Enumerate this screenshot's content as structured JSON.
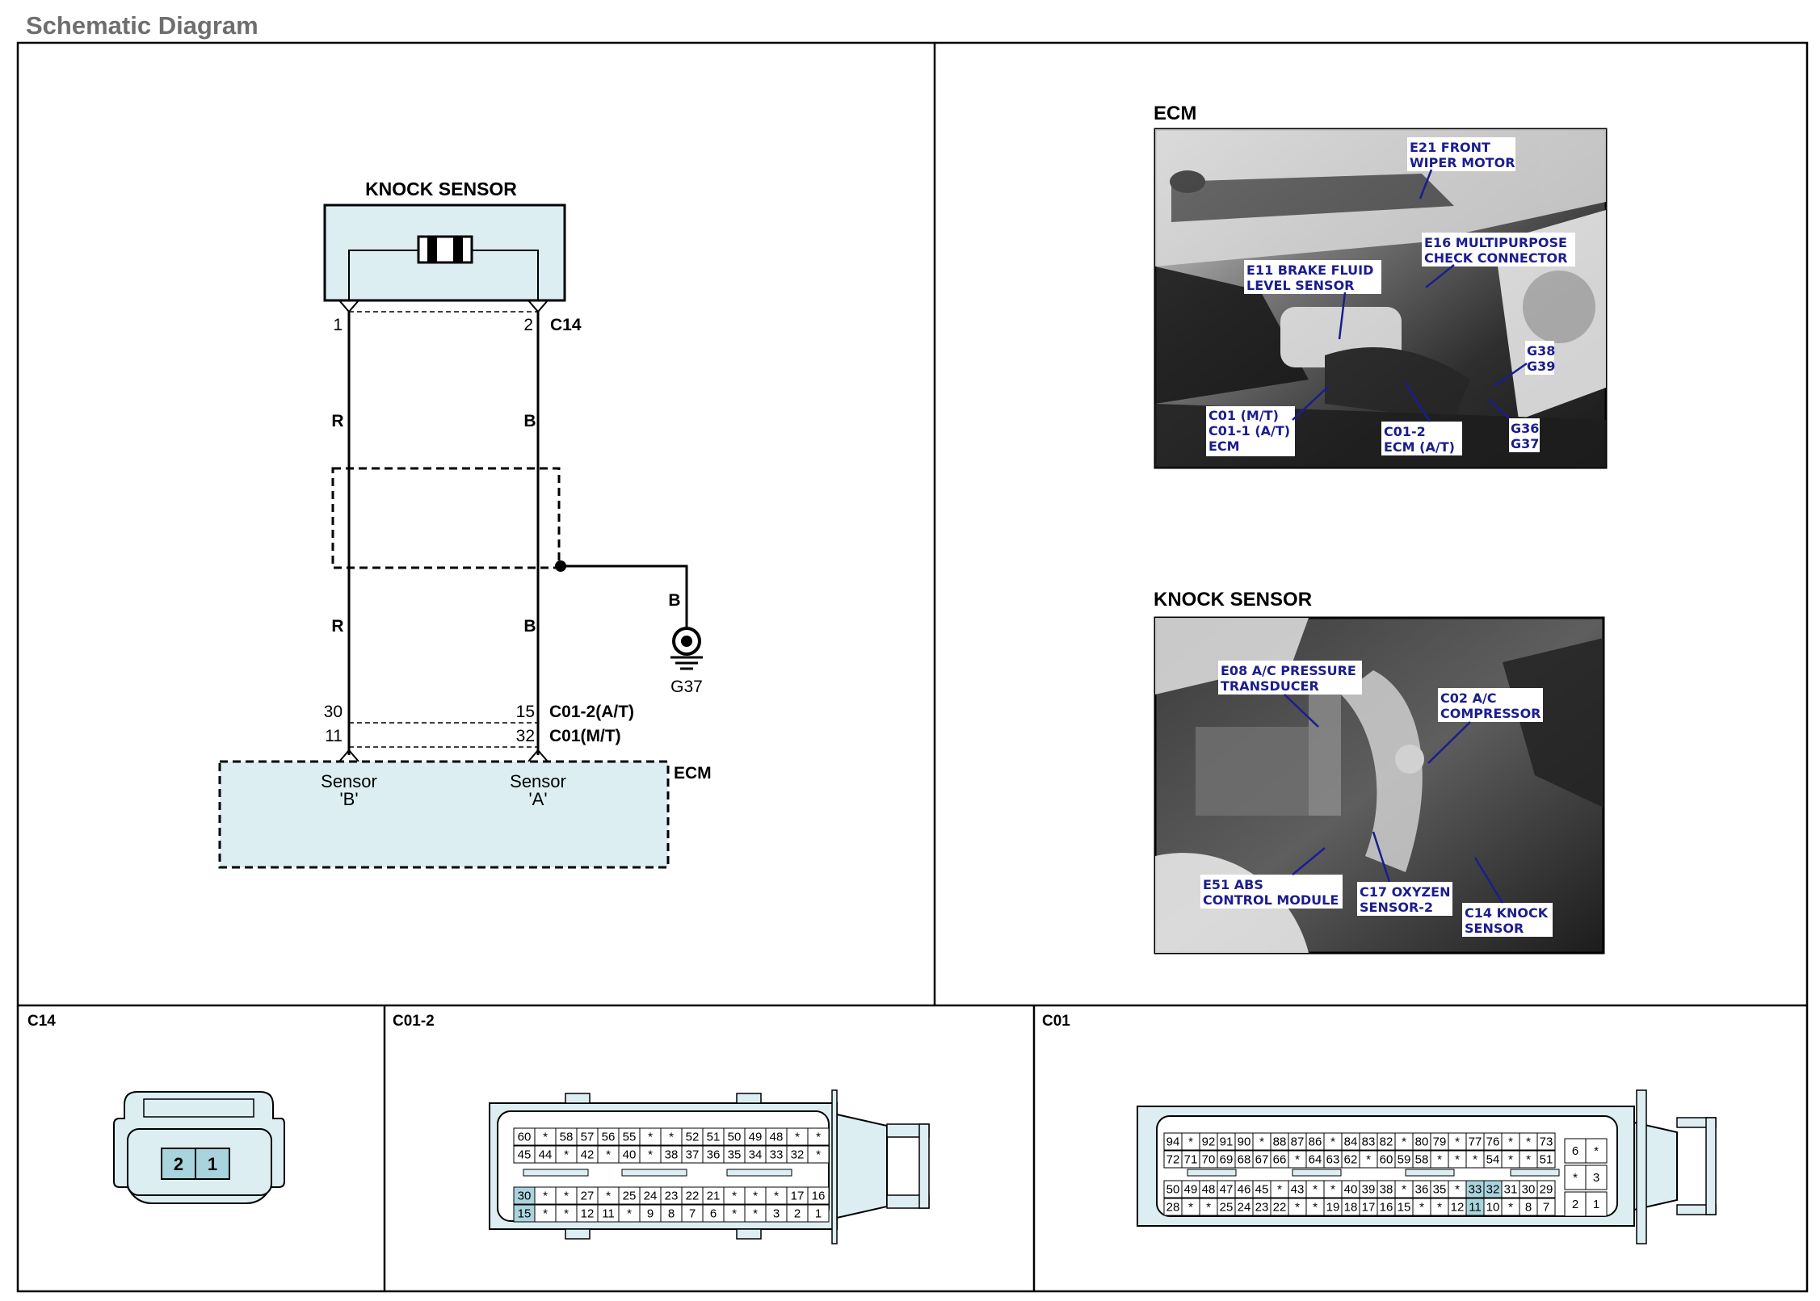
{
  "page_title": "Schematic Diagram",
  "schematic": {
    "component_title": "KNOCK SENSOR",
    "connector_pin_1": "1",
    "connector_pin_2": "2",
    "connector_id": "C14",
    "wire_colors": {
      "left_top": "R",
      "right_top": "B",
      "left_bottom": "R",
      "right_bottom": "B",
      "ground_wire": "B"
    },
    "ground_id": "G37",
    "ecm_pins": {
      "left_at": "30",
      "right_at": "15",
      "left_mt": "11",
      "right_mt": "32",
      "at_connector": "C01-2(A/T)",
      "mt_connector": "C01(M/T)"
    },
    "ecm_label": "ECM",
    "sensor_b": {
      "line1": "Sensor",
      "line2": "'B'"
    },
    "sensor_a": {
      "line1": "Sensor",
      "line2": "'A'"
    }
  },
  "photos": [
    {
      "heading": "ECM",
      "callouts": [
        {
          "lines": [
            "E21 FRONT",
            "WIPER MOTOR"
          ]
        },
        {
          "lines": [
            "E16 MULTIPURPOSE",
            "CHECK CONNECTOR"
          ]
        },
        {
          "lines": [
            "E11 BRAKE FLUID",
            "LEVEL SENSOR"
          ]
        },
        {
          "lines": [
            "G38",
            "G39"
          ]
        },
        {
          "lines": [
            "C01 (M/T)",
            "C01-1 (A/T)",
            "ECM"
          ]
        },
        {
          "lines": [
            "C01-2",
            "ECM (A/T)"
          ]
        },
        {
          "lines": [
            "G36",
            "G37"
          ]
        }
      ]
    },
    {
      "heading": "KNOCK SENSOR",
      "callouts": [
        {
          "lines": [
            "E08 A/C PRESSURE",
            "TRANSDUCER"
          ]
        },
        {
          "lines": [
            "C02 A/C",
            "COMPRESSOR"
          ]
        },
        {
          "lines": [
            "E51 ABS",
            "CONTROL MODULE"
          ]
        },
        {
          "lines": [
            "C17 OXYZEN",
            "SENSOR-2"
          ]
        },
        {
          "lines": [
            "C14 KNOCK",
            "SENSOR"
          ]
        }
      ]
    }
  ],
  "connectors": [
    {
      "id": "C14",
      "pins": [
        "2",
        "1"
      ]
    },
    {
      "id": "C01-2",
      "rows": [
        [
          "60",
          "*",
          "58",
          "57",
          "56",
          "55",
          "*",
          "*",
          "52",
          "51",
          "50",
          "49",
          "48",
          "*",
          "*"
        ],
        [
          "45",
          "44",
          "*",
          "42",
          "*",
          "40",
          "*",
          "38",
          "37",
          "36",
          "35",
          "34",
          "33",
          "32",
          "*"
        ],
        [
          "30",
          "*",
          "*",
          "27",
          "*",
          "25",
          "24",
          "23",
          "22",
          "21",
          "*",
          "*",
          "*",
          "17",
          "16"
        ],
        [
          "15",
          "*",
          "*",
          "12",
          "11",
          "*",
          "9",
          "8",
          "7",
          "6",
          "*",
          "*",
          "3",
          "2",
          "1"
        ]
      ]
    },
    {
      "id": "C01",
      "rows": [
        [
          "94",
          "*",
          "92",
          "91",
          "90",
          "*",
          "88",
          "87",
          "86",
          "*",
          "84",
          "83",
          "82",
          "*",
          "80",
          "79",
          "*",
          "77",
          "76",
          "*",
          "*",
          "73"
        ],
        [
          "72",
          "71",
          "70",
          "69",
          "68",
          "67",
          "66",
          "*",
          "64",
          "63",
          "62",
          "*",
          "60",
          "59",
          "58",
          "*",
          "*",
          "*",
          "54",
          "*",
          "*",
          "51"
        ],
        [
          "50",
          "49",
          "48",
          "47",
          "46",
          "45",
          "*",
          "43",
          "*",
          "*",
          "40",
          "39",
          "38",
          "*",
          "36",
          "35",
          "*",
          "33",
          "32",
          "31",
          "30",
          "29"
        ],
        [
          "28",
          "*",
          "*",
          "25",
          "24",
          "23",
          "22",
          "*",
          "*",
          "19",
          "18",
          "17",
          "16",
          "15",
          "*",
          "*",
          "12",
          "11",
          "10",
          "*",
          "8",
          "7"
        ]
      ],
      "aux_rows": [
        [
          "6",
          "*"
        ],
        [
          "*",
          "3"
        ],
        [
          "2",
          "1"
        ]
      ]
    }
  ]
}
